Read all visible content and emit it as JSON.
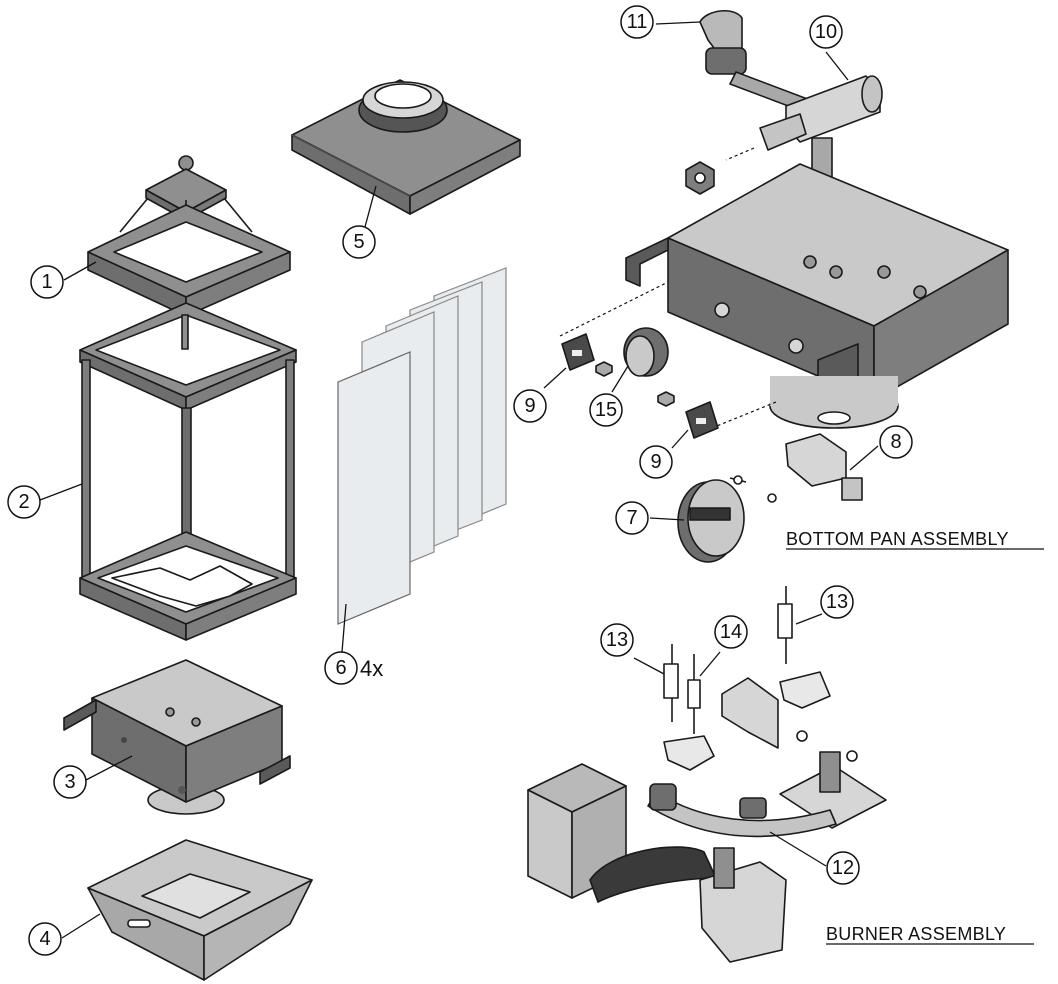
{
  "sections": {
    "bottom_pan": "BOTTOM PAN ASSEMBLY",
    "burner": "BURNER ASSEMBLY"
  },
  "callouts": {
    "c1": "1",
    "c2": "2",
    "c3": "3",
    "c4": "4",
    "c5": "5",
    "c6": "6",
    "c7": "7",
    "c8": "8",
    "c9a": "9",
    "c9b": "9",
    "c10": "10",
    "c11": "11",
    "c12": "12",
    "c13a": "13",
    "c13b": "13",
    "c14": "14",
    "c15": "15"
  },
  "quantities": {
    "glass_panels": "4x"
  },
  "colors": {
    "dark_metal": "#6e6e6e",
    "mid_metal": "#8f8f8f",
    "light_metal": "#b9b9b9",
    "lighter_metal": "#d6d6d6",
    "glass": "#e9ecee"
  }
}
